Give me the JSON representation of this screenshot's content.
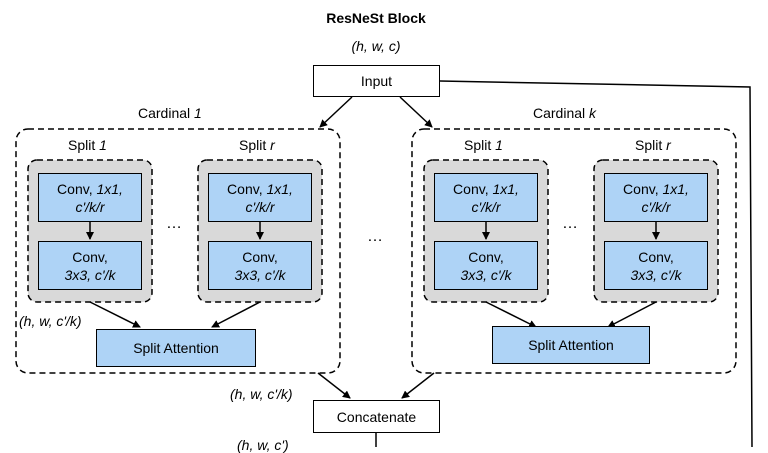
{
  "title": "ResNeSt Block",
  "shapes": {
    "top": "(h, w, c)",
    "split_out": "(h, w, c'/k)",
    "cardinal_out": "(h, w, c'/k)",
    "concat_out": "(h, w, c')"
  },
  "input_label": "Input",
  "concat_label": "Concatenate",
  "cardinal_word": "Cardinal",
  "cardinal_1_index": "1",
  "cardinal_k_index": "k",
  "split_word": "Split",
  "split_1_index": "1",
  "split_r_index": "r",
  "conv_word": "Conv,",
  "conv1_kernel": "1x1,",
  "conv1_channels": "c'/k/r",
  "conv2_spec": "3x3, c'/k",
  "split_attention": "Split Attention",
  "ellipsis": "…",
  "colors": {
    "conv_fill": "#aed3f6",
    "split_group_fill": "#d9d9d9",
    "line": "#000000"
  }
}
